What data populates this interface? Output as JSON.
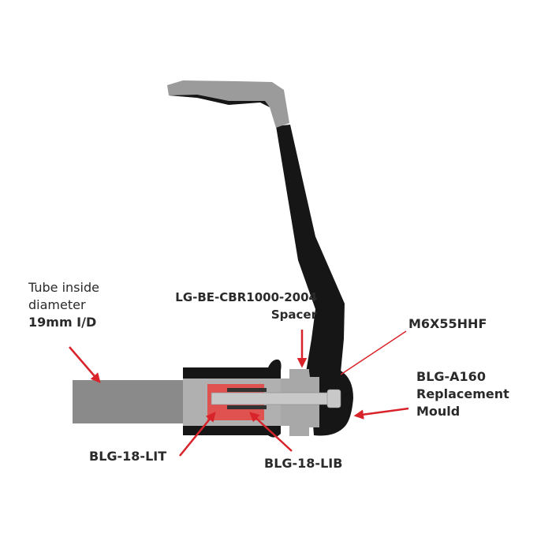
{
  "colors": {
    "arrow": "#d9232a",
    "insert": "#e0524f",
    "metal": "#a8a8a8",
    "tube": "#8a8a8a",
    "black": "#161616"
  },
  "labels": {
    "tube": {
      "line1": "Tube inside",
      "line2": "diameter",
      "line3": "19mm I/D"
    },
    "spacer": {
      "line1": "LG-BE-CBR1000-2004",
      "line2": "Spacer"
    },
    "bolt": "M6X55HHF",
    "mould": {
      "line1": "BLG-A160",
      "line2": "Replacement",
      "line3": "Mould"
    },
    "lit": "BLG-18-LIT",
    "lib": "BLG-18-LIB"
  }
}
